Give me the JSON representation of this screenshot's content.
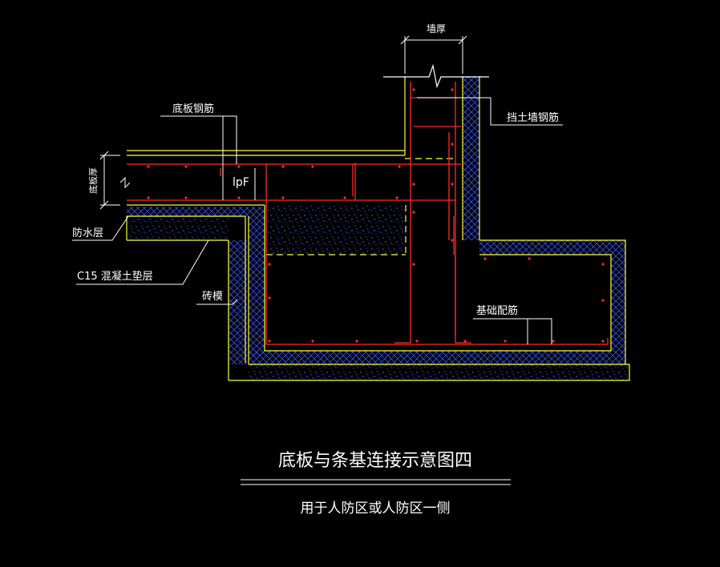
{
  "drawing": {
    "title": "底板与条基连接示意图四",
    "subtitle": "用于人防区或人防区一侧"
  },
  "labels": {
    "wall_thickness": "墙厚",
    "slab_rebar": "底板钢筋",
    "slab_thickness": "底板厚",
    "lap_length": "lpF",
    "retaining_wall_rebar": "挡土墙钢筋",
    "waterproof_layer": "防水层",
    "c15_cushion": "C15 混凝土垫层",
    "brick_formwork": "砖模",
    "foundation_rebar": "基础配筋"
  },
  "colors": {
    "background": "#000000",
    "outline_yellow": "#ffff33",
    "rebar_red": "#ff2a2a",
    "hatch_blue": "#3355ff",
    "leader_white": "#ffffff",
    "concrete_blue": "#2b3fd9"
  }
}
